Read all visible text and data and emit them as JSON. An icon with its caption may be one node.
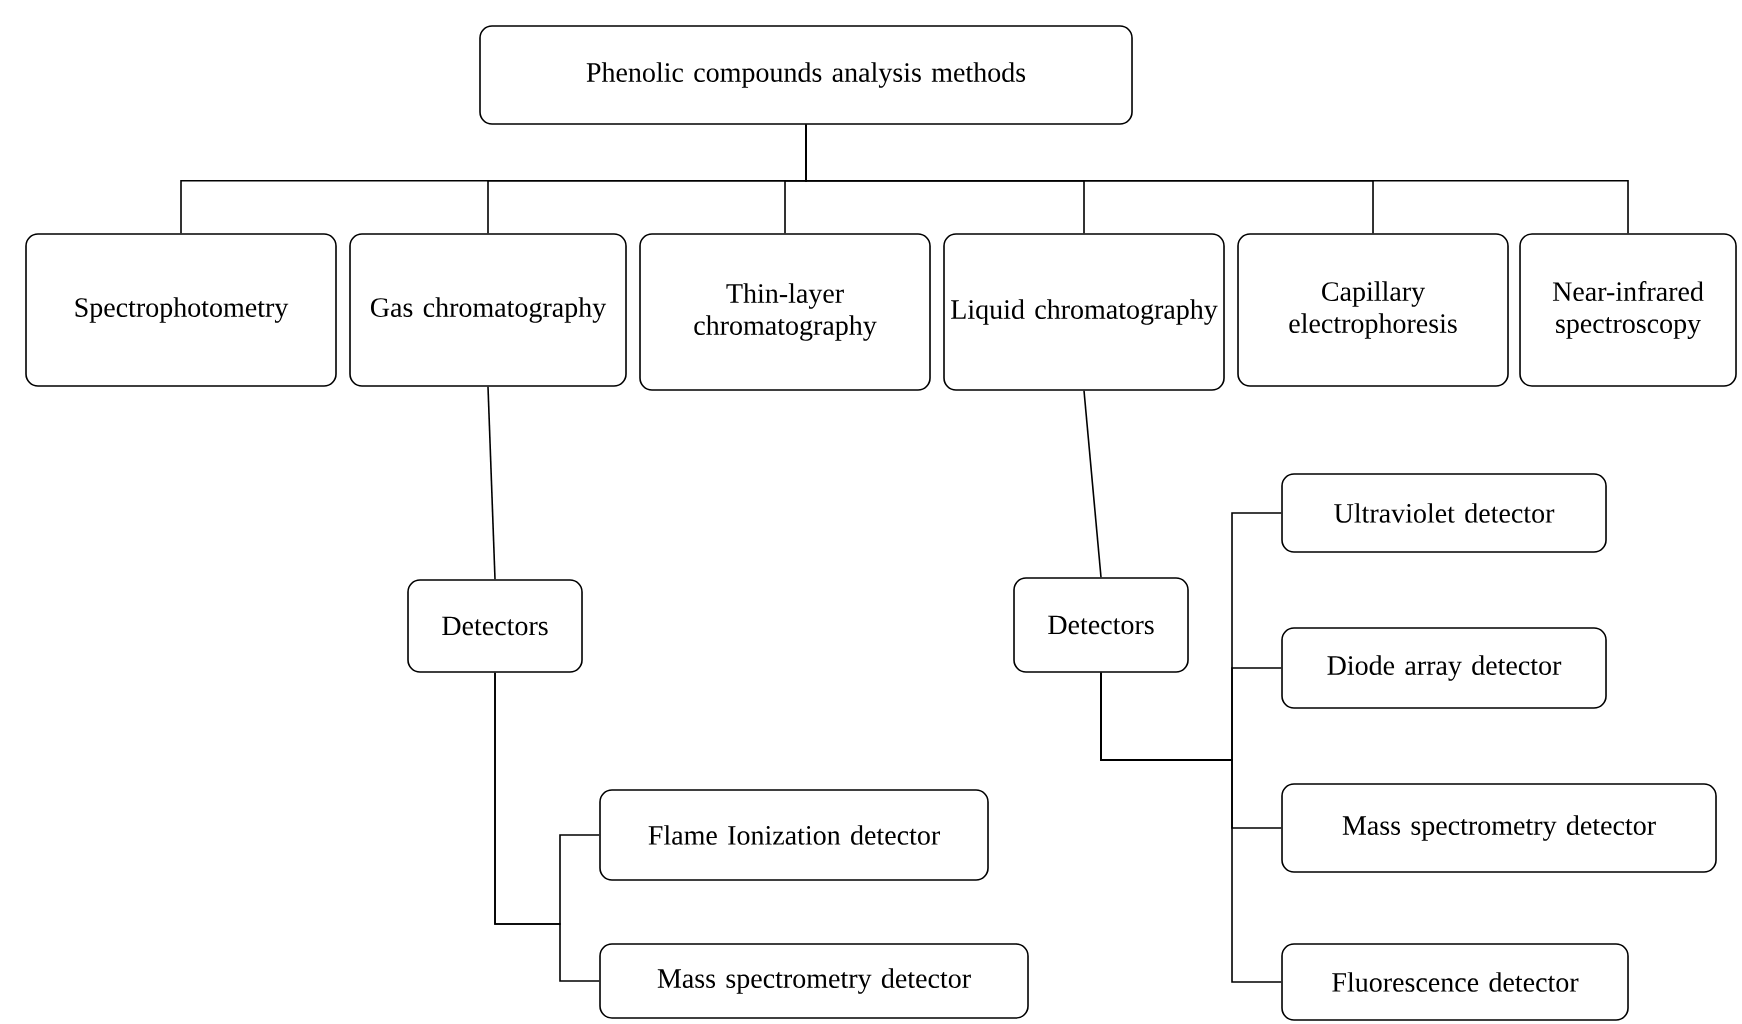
{
  "diagram": {
    "nodes": [
      {
        "text": [
          "Phenolic compounds analysis methods"
        ]
      },
      {
        "text": [
          "Spectrophotometry"
        ]
      },
      {
        "text": [
          "Gas chromatography"
        ]
      },
      {
        "text": [
          "Thin-layer chromatography"
        ]
      },
      {
        "text": [
          "Liquid chromatography"
        ]
      },
      {
        "text": [
          "Capillary electrophoresis"
        ]
      },
      {
        "text": [
          "Near-infrared spectroscopy"
        ]
      },
      {
        "text": [
          "Detectors"
        ]
      },
      {
        "text": [
          "Detectors"
        ]
      },
      {
        "text": [
          "Flame Ionization detector"
        ]
      },
      {
        "text": [
          "Mass spectrometry detector"
        ]
      },
      {
        "text": [
          "Ultraviolet detector"
        ]
      },
      {
        "text": [
          "Diode array detector"
        ]
      },
      {
        "text": [
          "Mass spectrometry detector"
        ]
      },
      {
        "text": [
          "Fluorescence detector"
        ]
      }
    ],
    "edges": [
      {
        "from": 0,
        "to": 1,
        "arrow": "none"
      },
      {
        "from": 0,
        "to": 2,
        "arrow": "none"
      },
      {
        "from": 0,
        "to": 3,
        "arrow": "none"
      },
      {
        "from": 0,
        "to": 4,
        "arrow": "none"
      },
      {
        "from": 0,
        "to": 5,
        "arrow": "none"
      },
      {
        "from": 0,
        "to": 6,
        "arrow": "none"
      },
      {
        "from": 2,
        "to": 7,
        "arrow": "none"
      },
      {
        "from": 4,
        "to": 8,
        "arrow": "none"
      },
      {
        "from": 7,
        "to": 9,
        "arrow": "none"
      },
      {
        "from": 7,
        "to": 10,
        "arrow": "none"
      },
      {
        "from": 8,
        "to": 11,
        "arrow": "none"
      },
      {
        "from": 8,
        "to": 12,
        "arrow": "none"
      },
      {
        "from": 8,
        "to": 13,
        "arrow": "none"
      },
      {
        "from": 8,
        "to": 14,
        "arrow": "none"
      }
    ]
  }
}
